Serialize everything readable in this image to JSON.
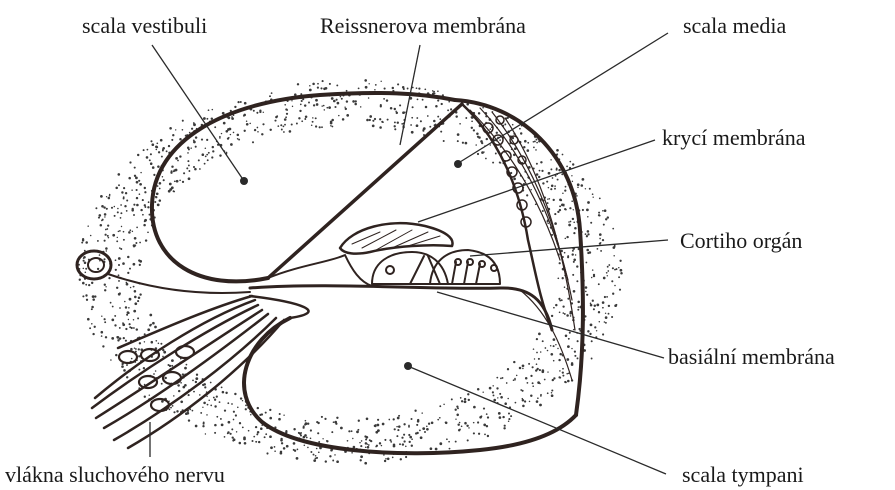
{
  "labels": {
    "scala_vestibuli": "scala vestibuli",
    "reissnerova_membrana": "Reissnerova membrána",
    "scala_media": "scala media",
    "kryci_membrana": "krycí membrána",
    "cortiho_organ": "Cortiho orgán",
    "basialni_membrana": "basiální membrána",
    "scala_tympani": "scala tympani",
    "vlakna_sluchoveho_nervu": "vlákna sluchového nervu"
  },
  "colors": {
    "ink": "#2f2320",
    "stipple": "#3a3a3a",
    "background": "#ffffff"
  }
}
